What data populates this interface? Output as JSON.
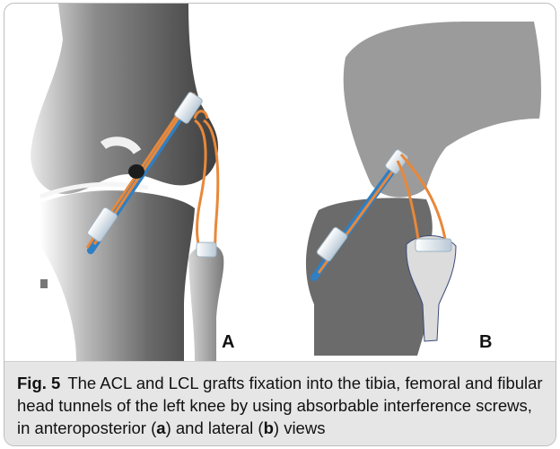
{
  "figure": {
    "panel_a_label": "A",
    "panel_b_label": "B"
  },
  "caption": {
    "label": "Fig. 5",
    "text_1": "The ACL and LCL grafts fixation into the tibia, femoral and fibular head tunnels of the left knee by using absorbable interference screws, in anteroposterior (",
    "bold_a": "a",
    "text_2": ") and lateral (",
    "bold_b": "b",
    "text_3": ") views"
  },
  "colors": {
    "bone_dark": "#4f4f4f",
    "bone_light": "#d9d9d9",
    "graft_orange": "#e8883a",
    "tunnel_blue": "#2f7fc4",
    "caption_bg": "#e6e6e6"
  }
}
